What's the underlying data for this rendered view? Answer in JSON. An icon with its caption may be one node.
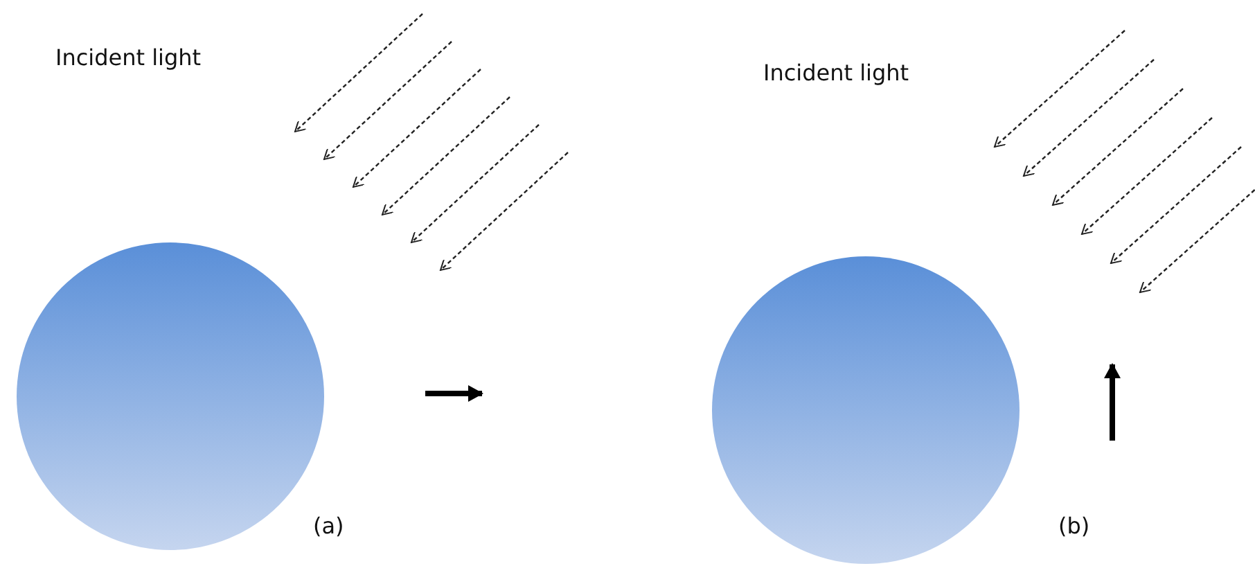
{
  "diagram": {
    "nodes": [
      {
        "text": [],
        "shape": "circle"
      },
      {
        "text": [],
        "shape": "circle"
      }
    ],
    "labels": [
      "Incident light",
      "(a)",
      "Incident light",
      "(b)"
    ]
  }
}
